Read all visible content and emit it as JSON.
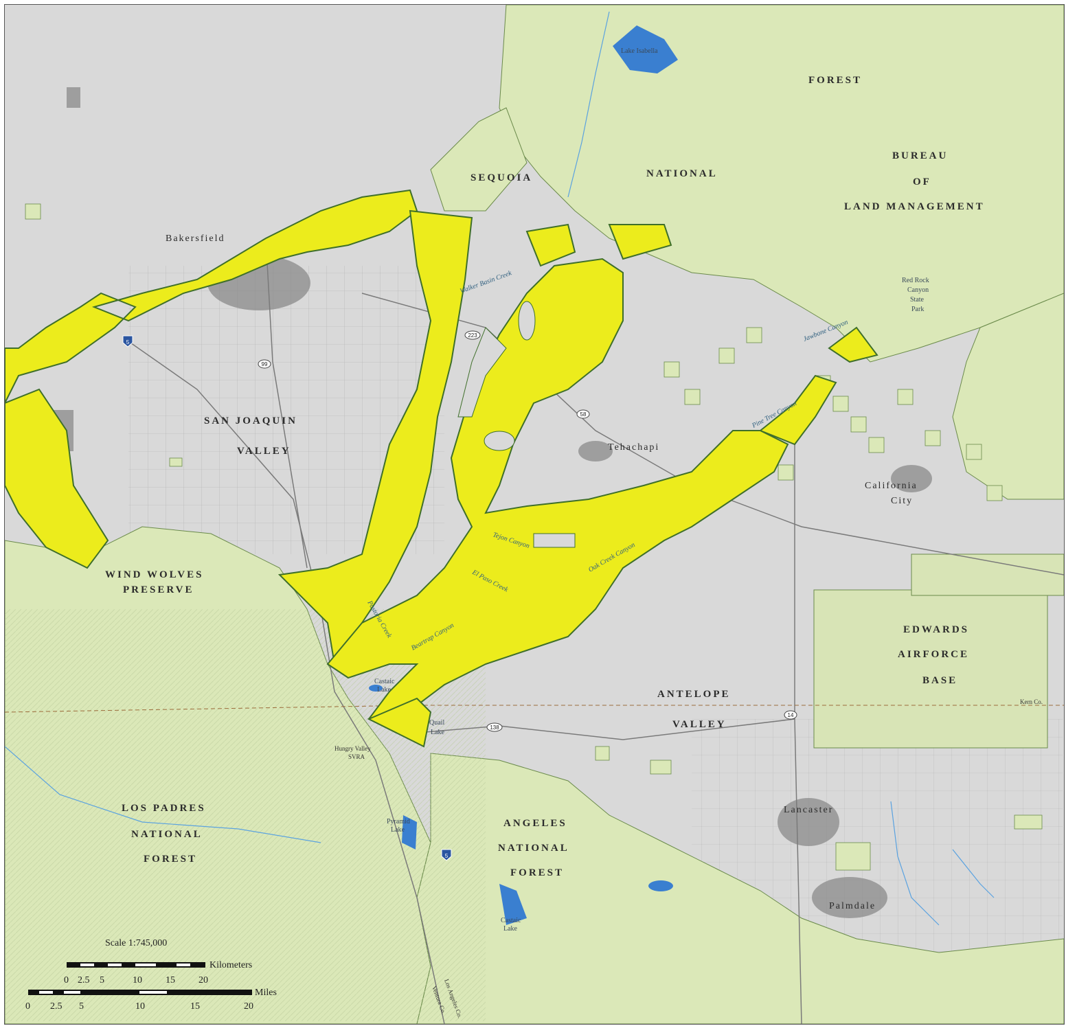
{
  "colors": {
    "background_terrain": "#d9d9d9",
    "public_land": "#dbe8b8",
    "public_land_dark": "#c8dba0",
    "focus_area": "#ecec1c",
    "focus_border": "#3f6f2a",
    "water": "#3a7fd0",
    "urban": "#8a8a8a",
    "edwards": "#d8e4b6"
  },
  "regions": {
    "sequoia": "SEQUOIA",
    "national": "NATIONAL",
    "forest_top": "FOREST",
    "bureau": "BUREAU",
    "of": "OF",
    "land_management": "LAND MANAGEMENT",
    "san_joaquin": "SAN JOAQUIN",
    "valley1": "VALLEY",
    "wind_wolves_1": "WIND WOLVES",
    "wind_wolves_2": "PRESERVE",
    "edwards_1": "EDWARDS",
    "edwards_2": "AIRFORCE",
    "edwards_3": "BASE",
    "antelope": "ANTELOPE",
    "valley2": "VALLEY",
    "los_padres_1": "LOS PADRES",
    "los_padres_2": "NATIONAL",
    "los_padres_3": "FOREST",
    "angeles_1": "ANGELES",
    "angeles_2": "NATIONAL",
    "angeles_3": "FOREST"
  },
  "cities": {
    "bakersfield": "Bakersfield",
    "tehachapi": "Tehachapi",
    "california_1": "California",
    "california_2": "City",
    "lancaster": "Lancaster",
    "palmdale": "Palmdale"
  },
  "features": {
    "lake_isabella": "Lake Isabella",
    "red_rock_1": "Red Rock",
    "red_rock_2": "Canyon",
    "red_rock_3": "State",
    "red_rock_4": "Park",
    "jawbone": "Jawbone Canyon",
    "pine_tree": "Pine Tree Canyon",
    "walker_basin": "Walker Basin Creek",
    "tejon": "Tejon Canyon",
    "el_paso": "El Paso Creek",
    "oak_creek": "Oak Creek Canyon",
    "pastoria": "Pastoria Creek",
    "beartrap": "Beartrap Canyon",
    "castaic_1": "Castaic",
    "castaic_2": "Lake",
    "quail_1": "Quail",
    "quail_2": "Lake",
    "hungry_1": "Hungry Valley",
    "hungry_2": "SVRA",
    "pyramid_1": "Pyramid",
    "pyramid_2": "Lake",
    "castaic_lake_s1": "Castaic",
    "castaic_lake_s2": "Lake",
    "kern_co": "Kern Co.",
    "la_ventura_1": "Los Angeles Co.",
    "la_ventura_2": "Ventura Co."
  },
  "routes": {
    "i5_north": "5",
    "i5_south": "5",
    "sr99": "99",
    "sr223": "223",
    "sr58": "58",
    "sr138": "138",
    "sr14": "14"
  },
  "scale": {
    "title": "Scale 1:745,000",
    "km_label": "Kilometers",
    "miles_label": "Miles",
    "km_ticks": [
      "0",
      "2.5",
      "5",
      "10",
      "15",
      "20"
    ],
    "mile_ticks": [
      "0",
      "2.5",
      "5",
      "10",
      "15",
      "20"
    ]
  }
}
